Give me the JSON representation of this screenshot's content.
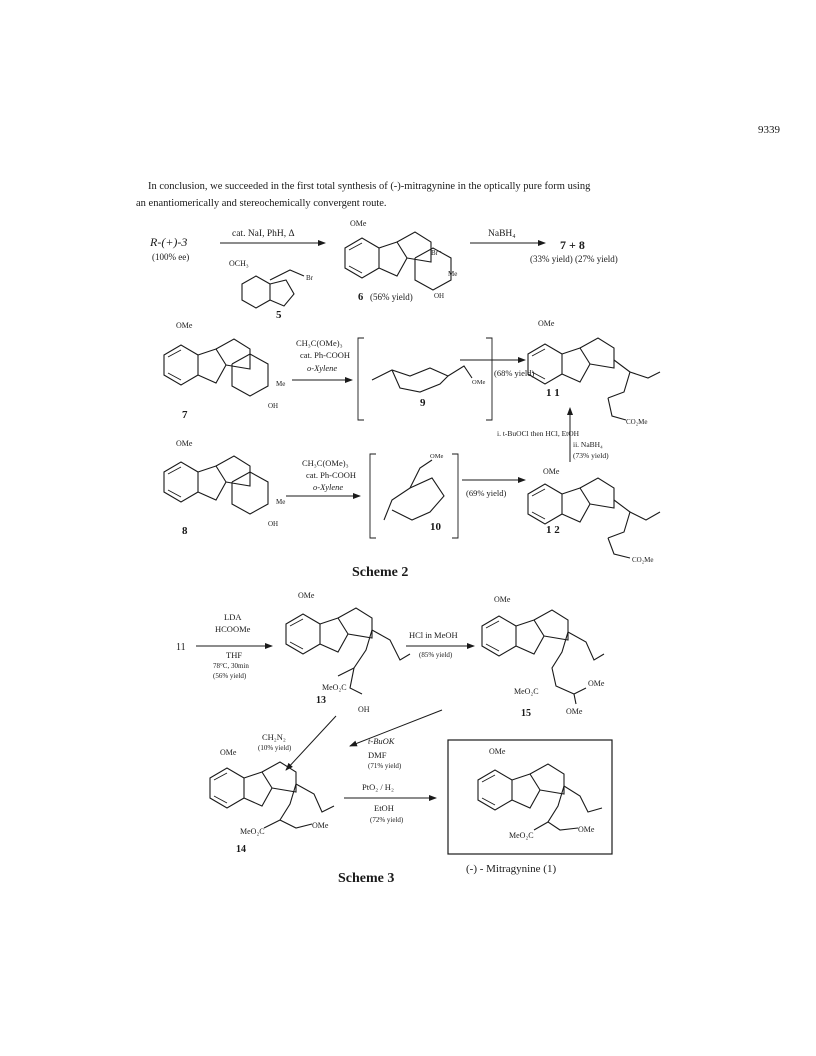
{
  "page": {
    "number": "9339"
  },
  "text": {
    "line1": "In conclusion, we succeeded in the first total synthesis of (-)-mitragynine in the optically pure form using",
    "line2": "an enantiomerically and stereochemically convergent route."
  },
  "scheme2": {
    "title": "Scheme 2",
    "start_label": "R-(+)-3",
    "start_ee": "(100% ee)",
    "reagent_a": "cat. NaI, PhH, Δ",
    "ome_label": "OMe",
    "och3_label": "OCH₃",
    "br_label": "Br",
    "br_minus": "Br⁻",
    "cpd5": "5",
    "cpd6": "6",
    "cpd6_yield": "(56% yield)",
    "nabh4": "NaBH₄",
    "products": "7   +   8",
    "product_yields": "(33% yield)  (27% yield)",
    "cpd7": "7",
    "cpd8": "8",
    "cpd9": "9",
    "cpd10": "10",
    "cpd11": "1 1",
    "cpd12": "1 2",
    "claisen_1": "CH₃C(OMe)₃",
    "claisen_2": "cat. Ph-COOH",
    "claisen_3": "o-Xylene",
    "yield_9": "(68% yield)",
    "yield_10": "(69% yield)",
    "iso_1": "i. t-BuOCl then HCl, EtOH",
    "iso_2": "ii. NaBH₄",
    "iso_3": "(73% yield)",
    "co2me": "CO₂Me",
    "oh": "OH",
    "me": "Me"
  },
  "scheme3": {
    "title": "Scheme 3",
    "cpd11": "11",
    "cpd13": "13",
    "cpd14": "14",
    "cpd15": "15",
    "formyl_1": "LDA",
    "formyl_2": "HCOOMe",
    "formyl_3": "THF",
    "formyl_4": "78°C, 30min",
    "formyl_5": "(56% yield)",
    "acetal_1": "HCl in MeOH",
    "acetal_2": "(85% yield)",
    "diazo_1": "CH₂N₂",
    "diazo_2": "(10% yield)",
    "elim_1": "t-BuOK",
    "elim_2": "DMF",
    "elim_3": "(71% yield)",
    "hydro_1": "PtO₂ / H₂",
    "hydro_2": "EtOH",
    "hydro_3": "(72% yield)",
    "meo2c": "MeO₂C",
    "ome": "OMe",
    "oh": "OH",
    "final_name": "(-) - Mitragynine (1)"
  }
}
